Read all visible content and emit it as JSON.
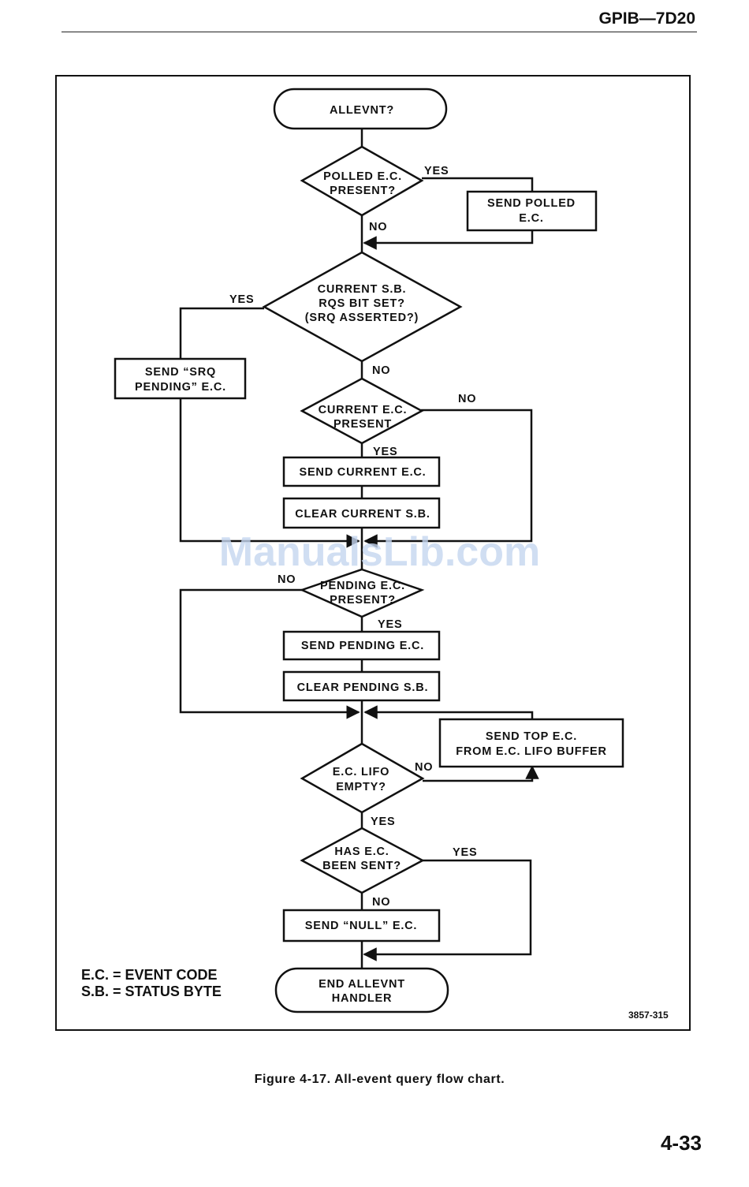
{
  "header": {
    "title": "GPIB—7D20"
  },
  "flowchart": {
    "start": "ALLEVNT?",
    "polled_question": [
      "POLLED E.C.",
      "PRESENT?"
    ],
    "send_polled": [
      "SEND POLLED",
      "E.C."
    ],
    "srq_question": [
      "CURRENT S.B.",
      "RQS BIT SET?",
      "(SRQ ASSERTED?)"
    ],
    "send_srq_pending": [
      "SEND “SRQ",
      "PENDING” E.C."
    ],
    "current_ec_question": [
      "CURRENT E.C.",
      "PRESENT"
    ],
    "send_current_ec": "SEND CURRENT E.C.",
    "clear_current_sb": "CLEAR CURRENT S.B.",
    "pending_question": [
      "PENDING E.C.",
      "PRESENT?"
    ],
    "send_pending_ec": "SEND PENDING E.C.",
    "clear_pending_sb": "CLEAR PENDING S.B.",
    "send_top_ec": [
      "SEND TOP E.C.",
      "FROM E.C. LIFO BUFFER"
    ],
    "lifo_question": [
      "E.C. LIFO",
      "EMPTY?"
    ],
    "sent_question": [
      "HAS E.C.",
      "BEEN SENT?"
    ],
    "send_null_ec": "SEND “NULL” E.C.",
    "end": [
      "END ALLEVNT",
      "HANDLER"
    ],
    "yes": "YES",
    "no": "NO"
  },
  "legend": {
    "ec": "E.C. = EVENT CODE",
    "sb": "S.B. = STATUS BYTE"
  },
  "figure_id": "3857-315",
  "caption": "Figure 4-17. All-event query flow chart.",
  "page_number": "4-33",
  "watermark": "ManualsLib.com"
}
